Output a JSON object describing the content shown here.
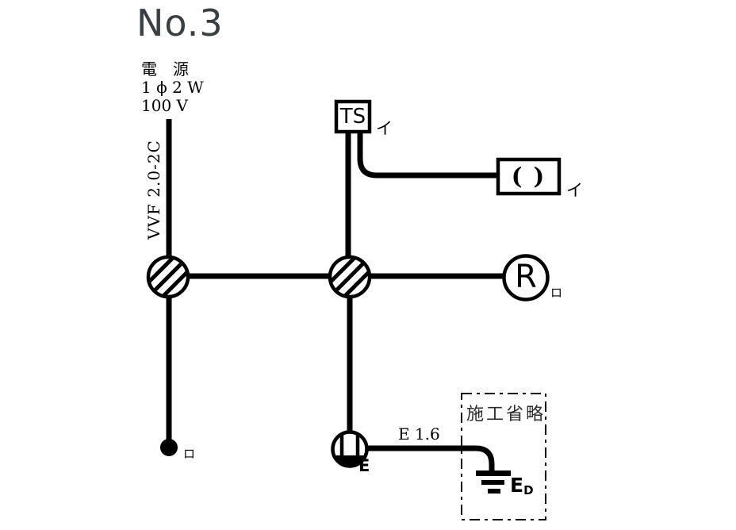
{
  "title": "No.3",
  "colors": {
    "ink": "#000000",
    "title_gray": "#3a3f44",
    "note_gray": "#2b2b2b"
  },
  "power_source": {
    "line1": "電　源",
    "line2": "1 ϕ 2 W",
    "line3": "100 V"
  },
  "cable_label": "VVF 2.0-2C",
  "components": {
    "timer_switch": {
      "label": "TS",
      "circuit": "イ"
    },
    "ceiling_rose": {
      "label": "(  )",
      "circuit": "イ"
    },
    "lamp_receptacle": {
      "label": "R",
      "circuit": "ロ"
    },
    "switch": {
      "circuit": "ロ"
    },
    "earth_outlet": {
      "label": "E"
    },
    "ground_wire": {
      "label": "E 1.6"
    },
    "earth_electrode": {
      "label": "E",
      "subscript": "D"
    },
    "omitted_area": {
      "label": "施工省略"
    }
  }
}
